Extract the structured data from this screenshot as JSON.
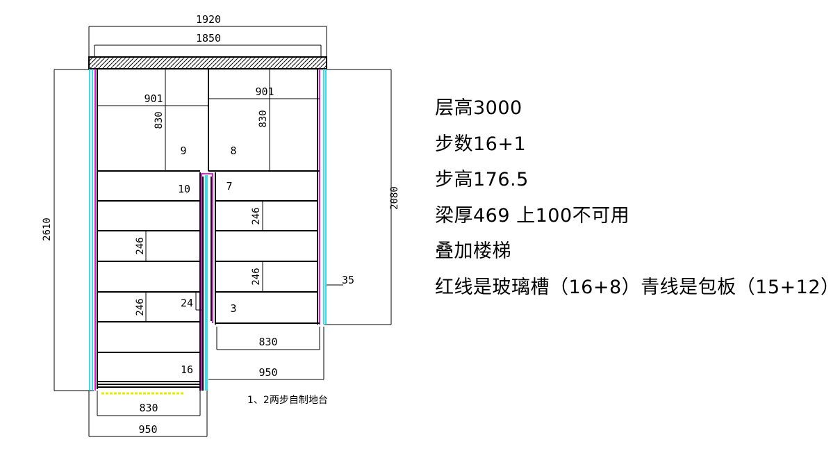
{
  "notes": [
    "层高3000",
    "步数16+1",
    "步高176.5",
    "梁厚469 上100不可用",
    "叠加楼梯",
    "红线是玻璃槽（16+8）青线是包板（15+12）"
  ],
  "dimensions": {
    "overall_width": "1920",
    "inner_width": "1850",
    "left_height": "2610",
    "right_height": "2080",
    "landing_left_width": "901",
    "landing_right_width": "901",
    "landing_left_depth": "830",
    "landing_right_depth": "830",
    "tread_right_upper": "246",
    "tread_right_lower": "246",
    "tread_left_upper": "246",
    "tread_left_lower": "246",
    "offset_right": "35",
    "right_flight_width": "830",
    "right_flight_total": "950",
    "left_flight_width": "830",
    "left_flight_total": "950"
  },
  "steps": {
    "s9": "9",
    "s8": "8",
    "s10": "10",
    "s7": "7",
    "s24": "24",
    "s3": "3",
    "s16": "16"
  },
  "annotation": "1、2两步自制地台",
  "colors": {
    "glass_groove": "#e000e0",
    "cladding": "#00d8e8",
    "lines": "#000000",
    "floor_mark": "#e8e800"
  }
}
